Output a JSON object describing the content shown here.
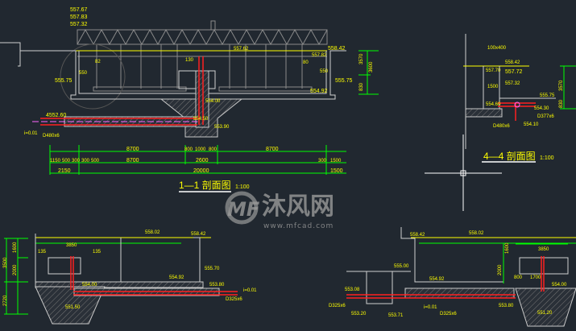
{
  "colors": {
    "background": "#212830",
    "text": "#ffff00",
    "dimension": "#00ff00",
    "structure": "#d0d0d0",
    "pipe": "#ff2020"
  },
  "section_1_1": {
    "title": "1—1 剖面图",
    "scale": "1:100",
    "elevations": [
      "557.67",
      "557.83",
      "557.32",
      "558.42",
      "555.75",
      "555.75",
      "554.92",
      "557.62",
      "554.00",
      "554.50",
      "553.90",
      "4552.60",
      "557.82"
    ],
    "slope": "i=0.01",
    "pipe": "D480x6",
    "dims_row1": [
      "8700",
      "800",
      "1000",
      "800",
      "8700"
    ],
    "dims_row2": [
      "1150",
      "500",
      "300",
      "300",
      "500",
      "8700",
      "2600",
      "300",
      "1500"
    ],
    "dims_row3": [
      "2150",
      "20000",
      "1500"
    ],
    "dims_vertical": [
      "3570",
      "3600",
      "830"
    ],
    "small_dims": [
      "550",
      "82",
      "130",
      "550",
      "80"
    ]
  },
  "section_4_4": {
    "title": "4—4 剖面图",
    "scale": "1:100",
    "labels": [
      "100x400",
      "558.42",
      "557.72",
      "557.32",
      "555.75",
      "554.60",
      "554.30",
      "D377x6",
      "D480x6",
      "554.10",
      "1500",
      "557.70",
      "3570",
      "830"
    ]
  },
  "section_bottom_left": {
    "labels": [
      "558.02",
      "558.42",
      "3850",
      "555.70",
      "554.92",
      "553.80",
      "554.00",
      "551.50",
      "i=0.01",
      "D325x6",
      "3500",
      "1600",
      "2000",
      "2720",
      "135",
      "135"
    ]
  },
  "section_bottom_right": {
    "labels": [
      "558.42",
      "558.02",
      "555.00",
      "554.92",
      "553.08",
      "D325x6",
      "553.20",
      "553.71",
      "553.80",
      "3850",
      "554.00",
      "551.20",
      "i=0.01",
      "D325x6",
      "1600",
      "2000",
      "800",
      "1700"
    ]
  },
  "watermark": {
    "brand": "沐风网",
    "url": "www.mfcad.com",
    "logo": "MF"
  }
}
